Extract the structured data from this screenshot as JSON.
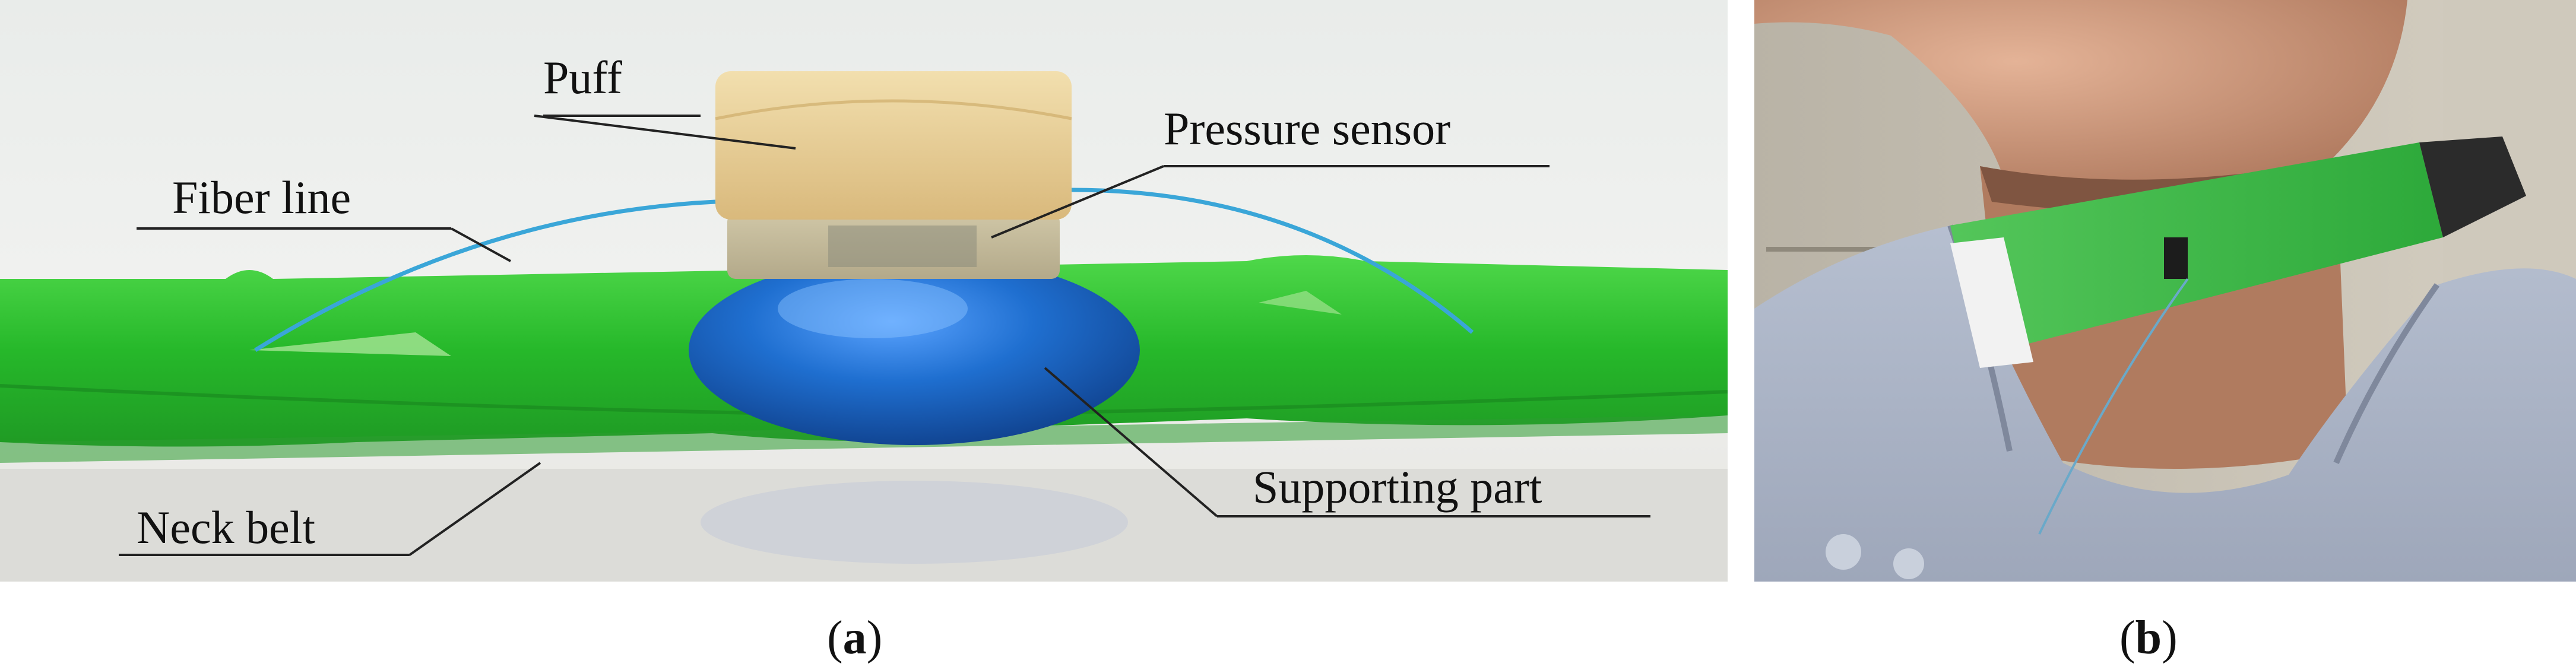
{
  "panel_a": {
    "labels": {
      "puff": "Puff",
      "pressure_sensor": "Pressure sensor",
      "fiber_line": "Fiber line",
      "supporting_part": "Supporting part",
      "neck_belt": "Neck belt"
    },
    "caption": "a"
  },
  "panel_b": {
    "caption": "b"
  },
  "colors": {
    "belt_green": "#2bbf2b",
    "support_blue": "#1f6fc9",
    "puff_tan": "#e2c58c",
    "fiber_blue": "#3aa6d8",
    "hoodie_gray": "#a9b3c6"
  }
}
